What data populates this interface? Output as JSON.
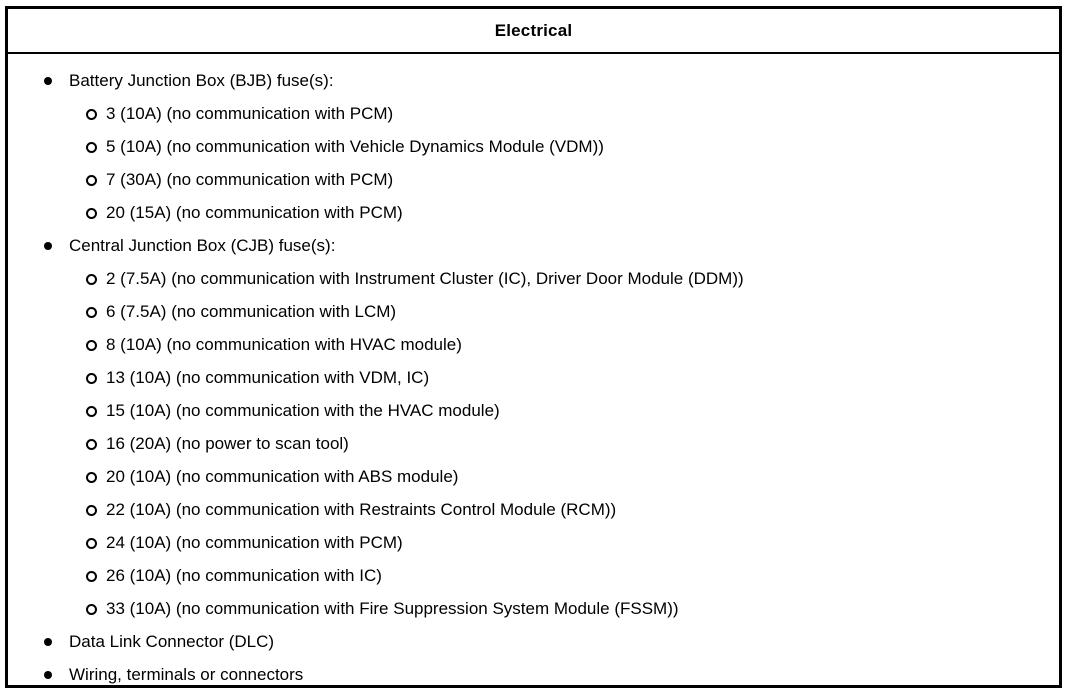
{
  "table": {
    "header": {
      "title": "Electrical"
    },
    "bullets": {
      "level1_icon": "filled-disc-bullet-icon",
      "level2_icon": "hollow-circle-bullet-icon"
    },
    "items": [
      {
        "label": "Battery Junction Box (BJB) fuse(s):",
        "children": [
          {
            "label": "3 (10A) (no communication with PCM)"
          },
          {
            "label": "5 (10A) (no communication with Vehicle Dynamics Module (VDM))"
          },
          {
            "label": "7 (30A) (no communication with PCM)"
          },
          {
            "label": "20 (15A) (no communication with PCM)"
          }
        ]
      },
      {
        "label": "Central Junction Box (CJB) fuse(s):",
        "children": [
          {
            "label": "2 (7.5A) (no communication with Instrument Cluster (IC), Driver Door Module (DDM))"
          },
          {
            "label": "6 (7.5A) (no communication with LCM)"
          },
          {
            "label": "8 (10A) (no communication with HVAC module)"
          },
          {
            "label": "13 (10A) (no communication with VDM, IC)"
          },
          {
            "label": "15 (10A) (no communication with the HVAC module)"
          },
          {
            "label": "16 (20A) (no power to scan tool)"
          },
          {
            "label": "20 (10A) (no communication with ABS module)"
          },
          {
            "label": "22 (10A) (no communication with Restraints Control Module (RCM))"
          },
          {
            "label": "24 (10A) (no communication with PCM)"
          },
          {
            "label": "26 (10A) (no communication with IC)"
          },
          {
            "label": "33 (10A) (no communication with Fire Suppression System Module (FSSM))"
          }
        ]
      },
      {
        "label": "Data Link Connector (DLC)",
        "children": []
      },
      {
        "label": "Wiring, terminals or connectors",
        "children": []
      }
    ]
  }
}
